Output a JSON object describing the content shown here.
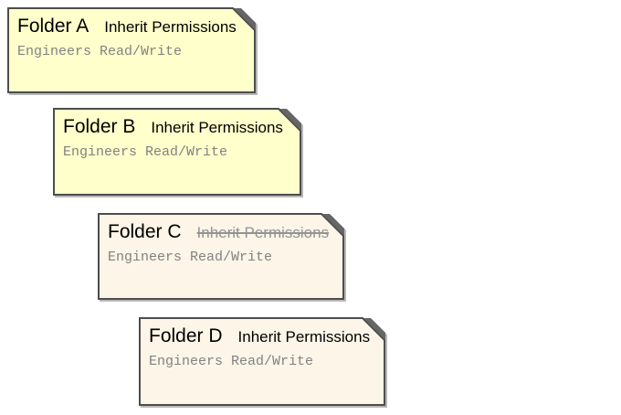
{
  "diagram": {
    "background": "#ffffff",
    "description_colors": {
      "note_yellow": "#FFFFCC",
      "note_cream": "#FCF5E8",
      "border_gray": "#4D4D4D",
      "fold_shadow_gray": "#666666",
      "acl_text_gray": "#828282",
      "struck_text_gray": "#949494"
    }
  },
  "folders": [
    {
      "name": "Folder A",
      "permission_label": "Inherit Permissions",
      "inherit_struck": false,
      "acl": "Engineers Read/Write",
      "fill": "#FFFFCC"
    },
    {
      "name": "Folder B",
      "permission_label": "Inherit Permissions",
      "inherit_struck": false,
      "acl": "Engineers Read/Write",
      "fill": "#FFFFCC"
    },
    {
      "name": "Folder C",
      "permission_label": "Inherit Permissions",
      "inherit_struck": true,
      "acl": "Engineers Read/Write",
      "fill": "#FCF5E8"
    },
    {
      "name": "Folder D",
      "permission_label": "Inherit Permissions",
      "inherit_struck": false,
      "acl": "Engineers Read/Write",
      "fill": "#FCF5E8"
    }
  ]
}
